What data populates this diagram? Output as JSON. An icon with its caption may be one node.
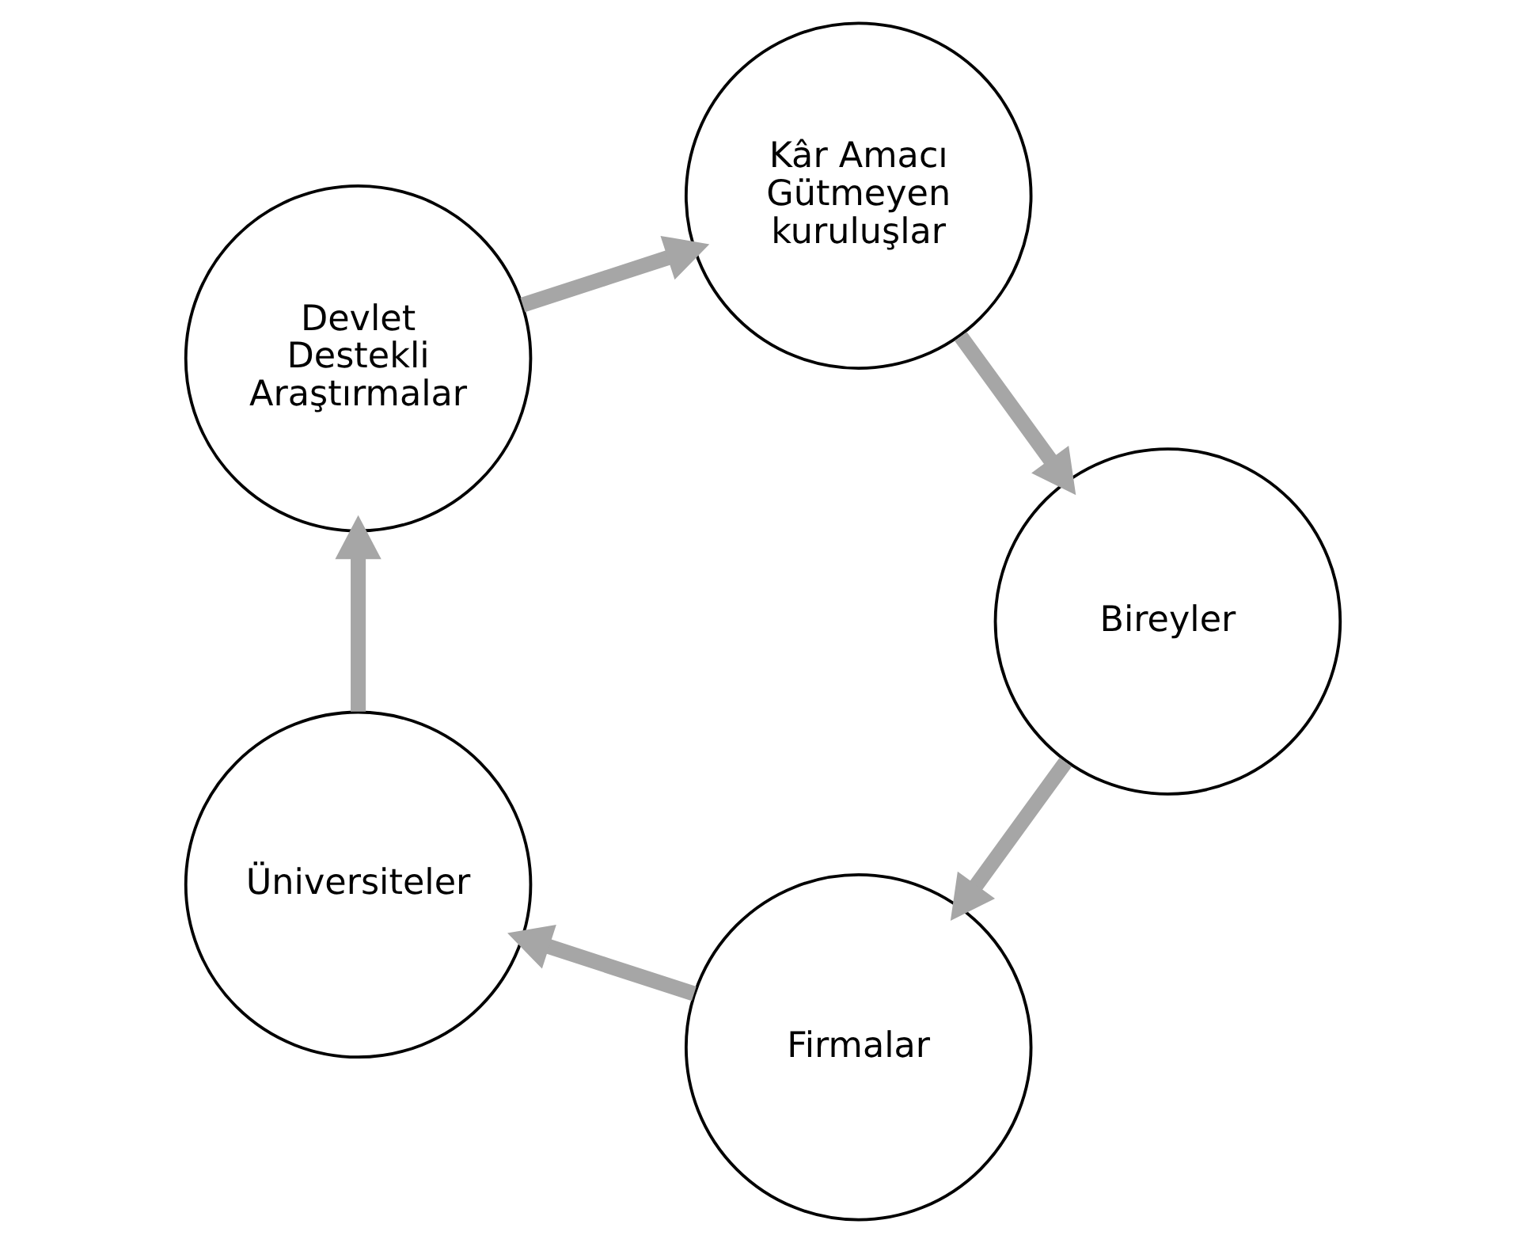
{
  "diagram": {
    "nodes": [
      {
        "text": [
          "Firmalar"
        ]
      },
      {
        "text": [
          "Üniversiteler"
        ]
      },
      {
        "text": [
          "Devlet Destekli Araştırmalar"
        ]
      },
      {
        "text": [
          "Kâr Amacı Gütmeyen kuruluşlar"
        ]
      },
      {
        "text": [
          "Bireyler"
        ]
      }
    ],
    "edges": [
      {
        "from": 0,
        "to": 1,
        "arrow": "to"
      },
      {
        "from": 1,
        "to": 2,
        "arrow": "to"
      },
      {
        "from": 2,
        "to": 3,
        "arrow": "to"
      },
      {
        "from": 3,
        "to": 4,
        "arrow": "to"
      },
      {
        "from": 4,
        "to": 0,
        "arrow": "to"
      }
    ]
  }
}
